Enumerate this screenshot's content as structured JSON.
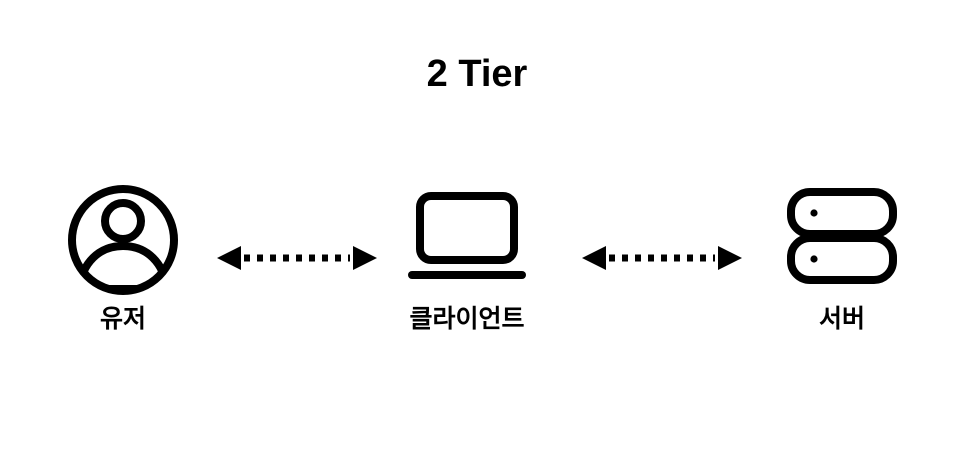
{
  "diagram": {
    "title": "2 Tier",
    "type": "architecture-diagram",
    "background_color": "#ffffff",
    "stroke_color": "#000000",
    "nodes": [
      {
        "id": "user",
        "label": "유저",
        "icon": "user-avatar-icon",
        "position": "left"
      },
      {
        "id": "client",
        "label": "클라이언트",
        "icon": "laptop-icon",
        "position": "center"
      },
      {
        "id": "server",
        "label": "서버",
        "icon": "server-stack-icon",
        "position": "right"
      }
    ],
    "connections": [
      {
        "id": "user-client",
        "from": "user",
        "to": "client",
        "style": "dotted",
        "arrowheads": "both"
      },
      {
        "id": "client-server",
        "from": "client",
        "to": "server",
        "style": "dotted",
        "arrowheads": "both"
      }
    ]
  }
}
